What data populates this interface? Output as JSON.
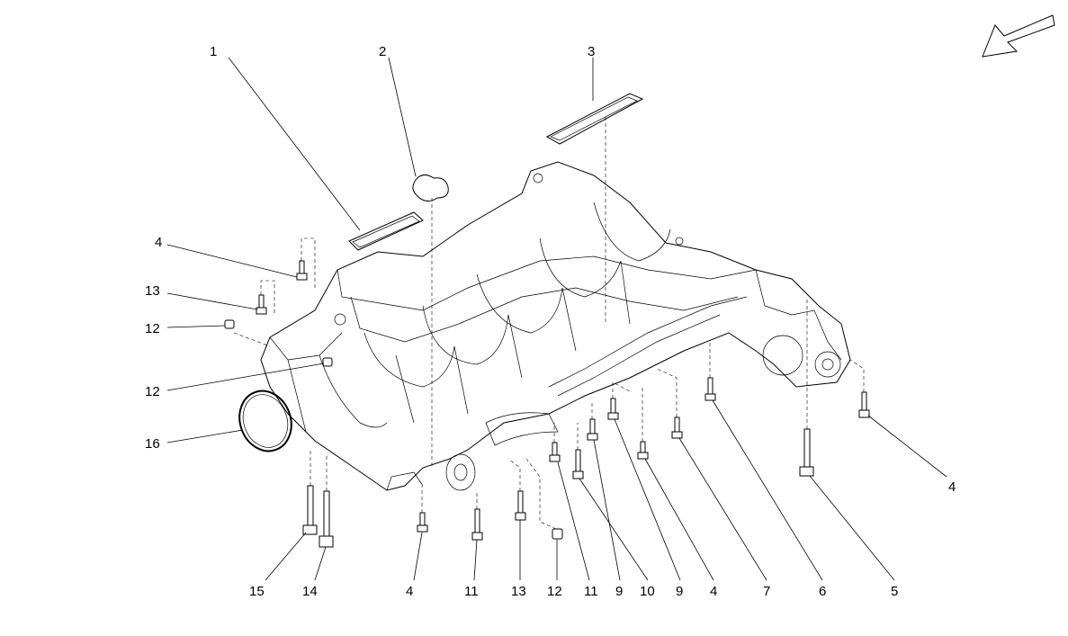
{
  "diagram": {
    "callouts": [
      {
        "id": "c1",
        "label": "1"
      },
      {
        "id": "c2",
        "label": "2"
      },
      {
        "id": "c3",
        "label": "3"
      },
      {
        "id": "c4a",
        "label": "4"
      },
      {
        "id": "c13a",
        "label": "13"
      },
      {
        "id": "c12a",
        "label": "12"
      },
      {
        "id": "c12b",
        "label": "12"
      },
      {
        "id": "c16",
        "label": "16"
      },
      {
        "id": "c15",
        "label": "15"
      },
      {
        "id": "c14",
        "label": "14"
      },
      {
        "id": "c4b",
        "label": "4"
      },
      {
        "id": "c11a",
        "label": "11"
      },
      {
        "id": "c13b",
        "label": "13"
      },
      {
        "id": "c12c",
        "label": "12"
      },
      {
        "id": "c11b",
        "label": "11"
      },
      {
        "id": "c9a",
        "label": "9"
      },
      {
        "id": "c10",
        "label": "10"
      },
      {
        "id": "c9b",
        "label": "9"
      },
      {
        "id": "c4c",
        "label": "4"
      },
      {
        "id": "c7",
        "label": "7"
      },
      {
        "id": "c6",
        "label": "6"
      },
      {
        "id": "c5",
        "label": "5"
      },
      {
        "id": "c4d",
        "label": "4"
      }
    ],
    "direction_icon": "arrow-down-left-icon"
  }
}
